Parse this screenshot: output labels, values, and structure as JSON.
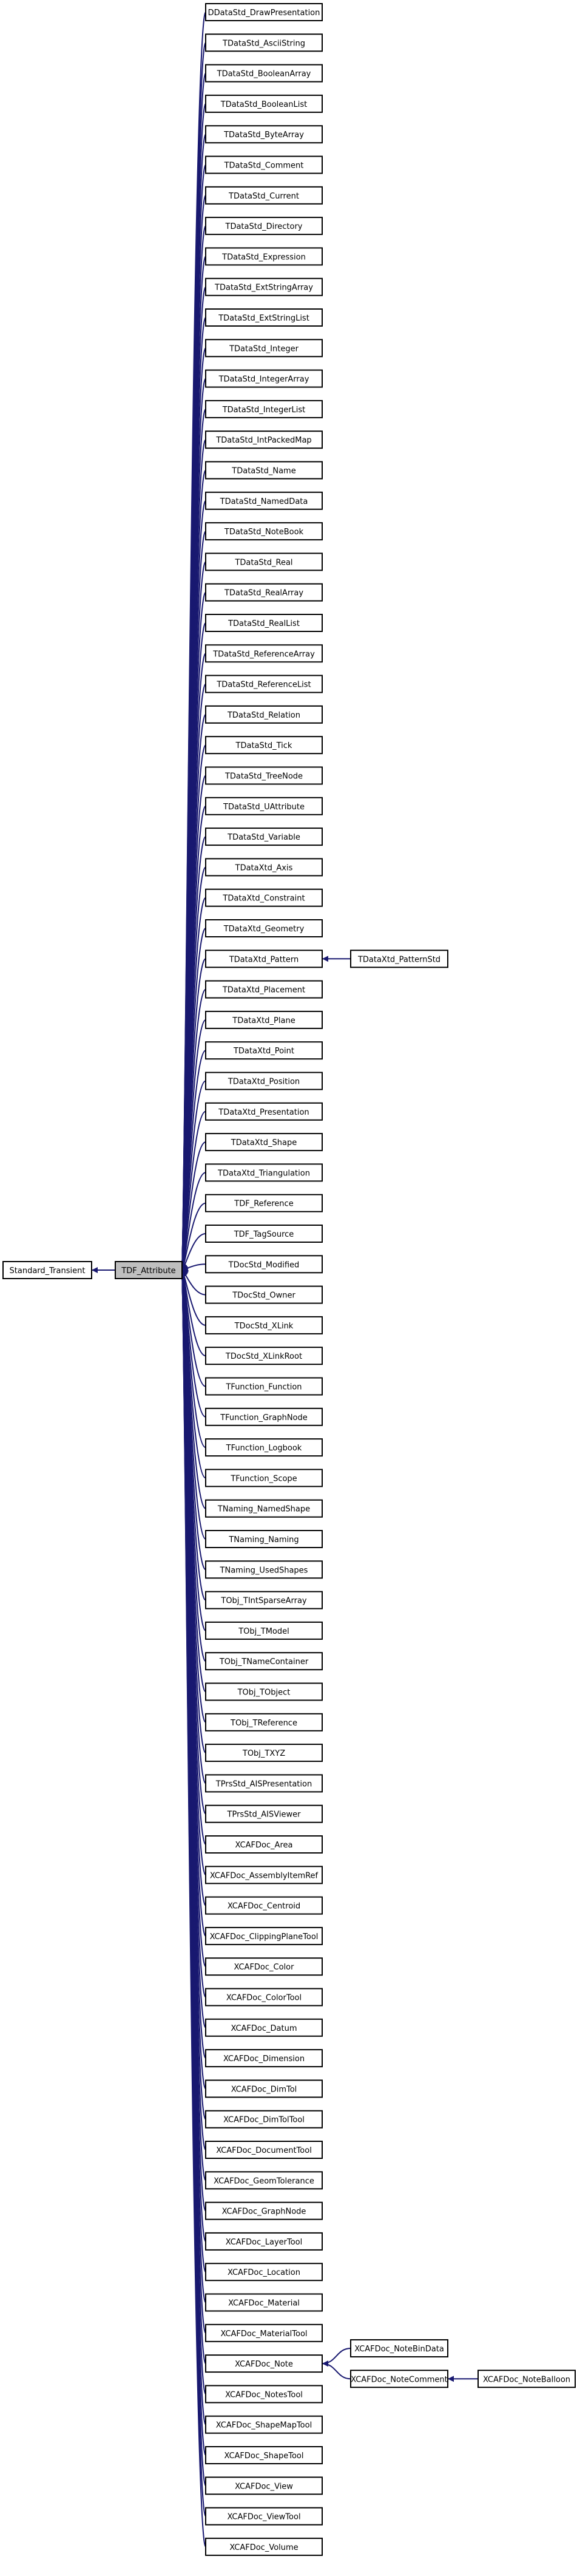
{
  "diagram": {
    "root": "Standard_Transient",
    "focus": "TDF_Attribute",
    "children": [
      "DDataStd_DrawPresentation",
      "TDataStd_AsciiString",
      "TDataStd_BooleanArray",
      "TDataStd_BooleanList",
      "TDataStd_ByteArray",
      "TDataStd_Comment",
      "TDataStd_Current",
      "TDataStd_Directory",
      "TDataStd_Expression",
      "TDataStd_ExtStringArray",
      "TDataStd_ExtStringList",
      "TDataStd_Integer",
      "TDataStd_IntegerArray",
      "TDataStd_IntegerList",
      "TDataStd_IntPackedMap",
      "TDataStd_Name",
      "TDataStd_NamedData",
      "TDataStd_NoteBook",
      "TDataStd_Real",
      "TDataStd_RealArray",
      "TDataStd_RealList",
      "TDataStd_ReferenceArray",
      "TDataStd_ReferenceList",
      "TDataStd_Relation",
      "TDataStd_Tick",
      "TDataStd_TreeNode",
      "TDataStd_UAttribute",
      "TDataStd_Variable",
      "TDataXtd_Axis",
      "TDataXtd_Constraint",
      "TDataXtd_Geometry",
      "TDataXtd_Pattern",
      "TDataXtd_Placement",
      "TDataXtd_Plane",
      "TDataXtd_Point",
      "TDataXtd_Position",
      "TDataXtd_Presentation",
      "TDataXtd_Shape",
      "TDataXtd_Triangulation",
      "TDF_Reference",
      "TDF_TagSource",
      "TDocStd_Modified",
      "TDocStd_Owner",
      "TDocStd_XLink",
      "TDocStd_XLinkRoot",
      "TFunction_Function",
      "TFunction_GraphNode",
      "TFunction_Logbook",
      "TFunction_Scope",
      "TNaming_NamedShape",
      "TNaming_Naming",
      "TNaming_UsedShapes",
      "TObj_TIntSparseArray",
      "TObj_TModel",
      "TObj_TNameContainer",
      "TObj_TObject",
      "TObj_TReference",
      "TObj_TXYZ",
      "TPrsStd_AISPresentation",
      "TPrsStd_AISViewer",
      "XCAFDoc_Area",
      "XCAFDoc_AssemblyItemRef",
      "XCAFDoc_Centroid",
      "XCAFDoc_ClippingPlaneTool",
      "XCAFDoc_Color",
      "XCAFDoc_ColorTool",
      "XCAFDoc_Datum",
      "XCAFDoc_Dimension",
      "XCAFDoc_DimTol",
      "XCAFDoc_DimTolTool",
      "XCAFDoc_DocumentTool",
      "XCAFDoc_GeomTolerance",
      "XCAFDoc_GraphNode",
      "XCAFDoc_LayerTool",
      "XCAFDoc_Location",
      "XCAFDoc_Material",
      "XCAFDoc_MaterialTool",
      "XCAFDoc_Note",
      "XCAFDoc_NotesTool",
      "XCAFDoc_ShapeMapTool",
      "XCAFDoc_ShapeTool",
      "XCAFDoc_View",
      "XCAFDoc_ViewTool",
      "XCAFDoc_Volume"
    ],
    "subclasses": [
      {
        "parent": "TDataXtd_Pattern",
        "children": [
          "TDataXtd_PatternStd"
        ]
      },
      {
        "parent": "XCAFDoc_Note",
        "children": [
          "XCAFDoc_NoteBinData",
          "XCAFDoc_NoteComment"
        ]
      },
      {
        "parent": "XCAFDoc_NoteComment",
        "children": [
          "XCAFDoc_NoteBalloon"
        ]
      }
    ],
    "colors": {
      "edge": "#191970",
      "focus_fill": "#bfbfbf",
      "box_fill": "#ffffff",
      "border": "#000000"
    }
  }
}
